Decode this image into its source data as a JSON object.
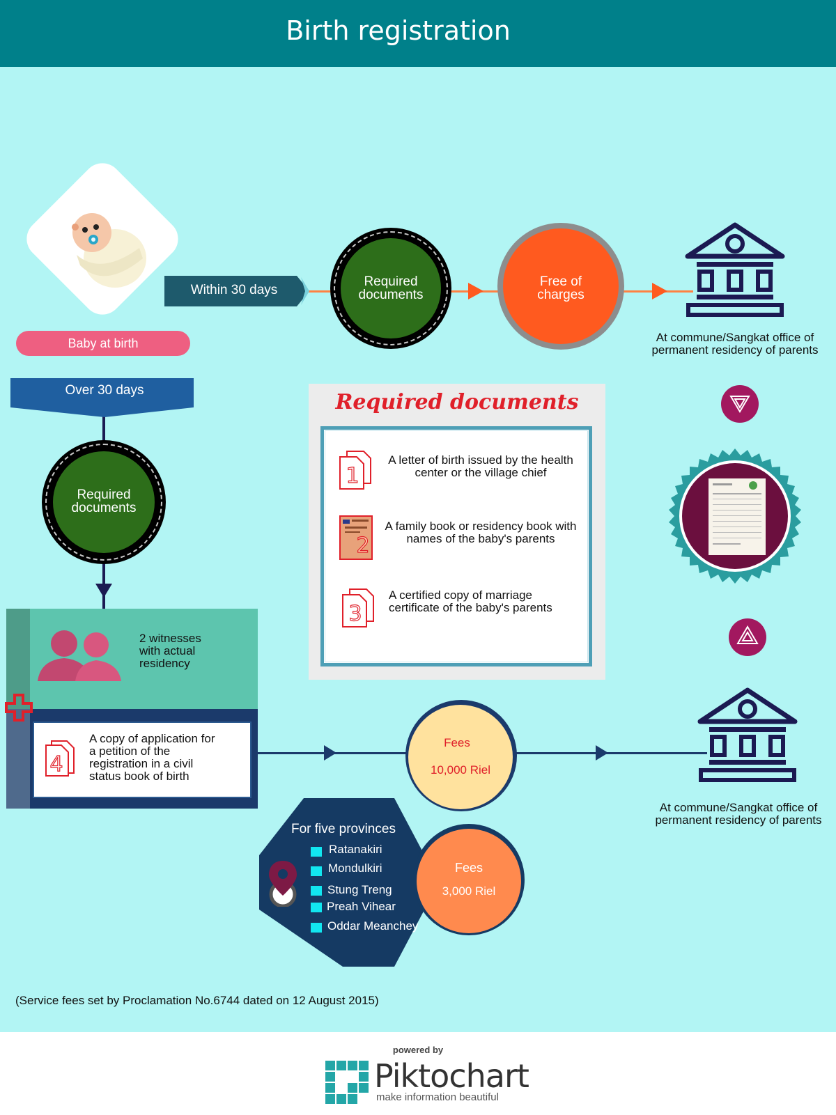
{
  "header": {
    "title": "Birth registration"
  },
  "baby": {
    "label": "Baby at birth"
  },
  "top_flow": {
    "arrow_label": "Within 30 days",
    "circle1": {
      "line1": "Required",
      "line2": "documents"
    },
    "circle2": {
      "line1": "Free of",
      "line2": "charges"
    },
    "office": {
      "line1": "At commune/Sangkat office of",
      "line2": "permanent residency of parents"
    }
  },
  "left_flow": {
    "banner": "Over 30 days",
    "circle": {
      "line1": "Required",
      "line2": "documents"
    },
    "witnesses": {
      "line1": "2 witnesses",
      "line2": "with actual",
      "line3": "residency"
    },
    "doc4": {
      "number": "4",
      "line1": "A copy of application for",
      "line2": "a petition of the",
      "line3": "registration in a civil",
      "line4": "status book of birth"
    }
  },
  "documents_box": {
    "title": "Required documents",
    "items": [
      {
        "number": "1",
        "line1": "A letter of birth issued by the health",
        "line2": "center or the village chief"
      },
      {
        "number": "2",
        "line1": "A family book or residency book with",
        "line2": "names of the baby's parents"
      },
      {
        "number": "3",
        "line1": "A certified copy of marriage",
        "line2": "certificate of the baby's parents"
      }
    ]
  },
  "fees_main": {
    "label": "Fees",
    "amount": "10,000 Riel"
  },
  "fees_provinces": {
    "label": "Fees",
    "amount": "3,000 Riel"
  },
  "provinces": {
    "title": "For five provinces",
    "items": [
      "Ratanakiri",
      "Mondulkiri",
      "Stung Treng",
      "Preah Vihear",
      "Oddar Meanchey"
    ]
  },
  "office_bottom": {
    "line1": "At commune/Sangkat office of",
    "line2": "permanent residency of parents"
  },
  "note": "(Service fees set by Proclamation No.6744 dated on 12 August 2015)",
  "footer": {
    "powered_by": "powered by",
    "brand": "Piktochart",
    "tagline": "make information beautiful"
  },
  "colors": {
    "teal_header": "#00808a",
    "background": "#b2f5f4",
    "green": "#2d6e1a",
    "orange": "#ff5a1f",
    "navy": "#1b1a52",
    "maroon": "#6b0f3e",
    "pink": "#ee5f81",
    "magenta": "#a2185f",
    "peach": "#ffe29e",
    "salmon": "#ff8a4e",
    "hex_navy": "#153a63"
  }
}
